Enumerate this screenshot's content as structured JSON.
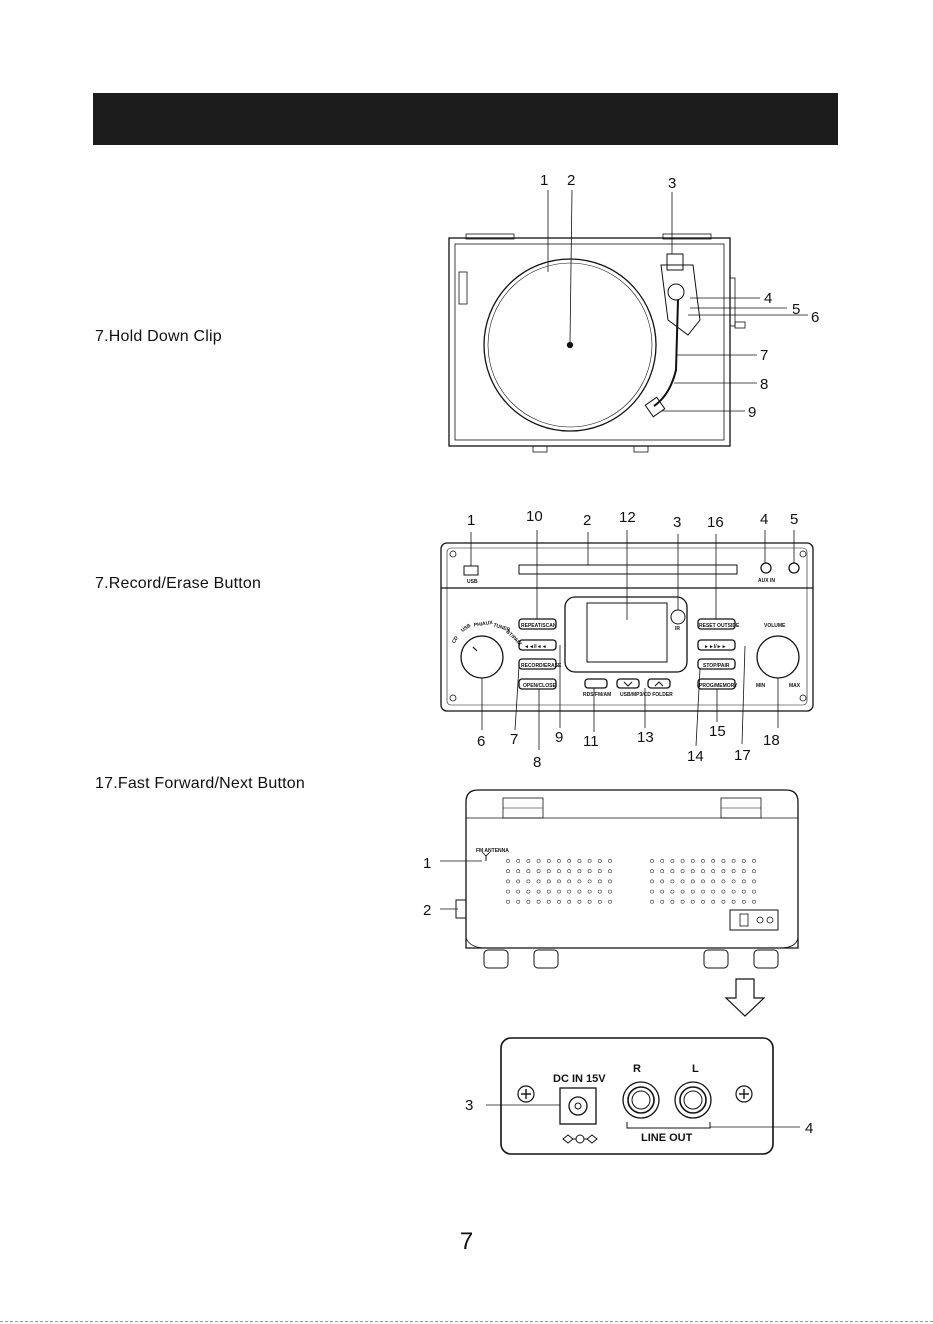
{
  "captions": {
    "hold_down_clip": "7.Hold Down Clip",
    "record_erase": "7.Record/Erase Button",
    "fast_forward": "17.Fast Forward/Next Button"
  },
  "top_view_callouts": [
    "1",
    "2",
    "3",
    "4",
    "5",
    "6",
    "7",
    "8",
    "9"
  ],
  "front_panel": {
    "callouts": [
      "1",
      "10",
      "2",
      "12",
      "3",
      "16",
      "4",
      "5",
      "6",
      "7",
      "8",
      "9",
      "11",
      "13",
      "14",
      "17",
      "15",
      "18"
    ],
    "usb": "USB",
    "aux_in": "AUX IN",
    "ir": "IR",
    "repeat_scan": "REPEAT/SCAN",
    "prev": "◄◄/I◄◄",
    "record_erase": "RECORD/ERASE",
    "open_close": "OPEN/CLOSE",
    "band": "RDS/FM/AM",
    "usb_folder": "USB/MP3/CD FOLDER",
    "reset_outside": "RESET OUTSIDE",
    "next": "►►I/►►",
    "stop_pair": "STOP/PAIR",
    "program": "PROG/MEMORY",
    "volume": "VOLUME",
    "min": "MIN",
    "max": "MAX",
    "func_cd": "CD",
    "func_usb": "USB",
    "func_phono": "PH/AUX",
    "func_tuner": "TUNER",
    "func_bt": "BT/PAIR"
  },
  "back_view": {
    "callouts": [
      "1",
      "2"
    ],
    "antenna": "FM ANTENNA"
  },
  "connector_panel": {
    "callouts": [
      "3",
      "4"
    ],
    "dc_in": "DC IN 15V",
    "r": "R",
    "l": "L",
    "line_out": "LINE OUT"
  },
  "page_number": "7"
}
